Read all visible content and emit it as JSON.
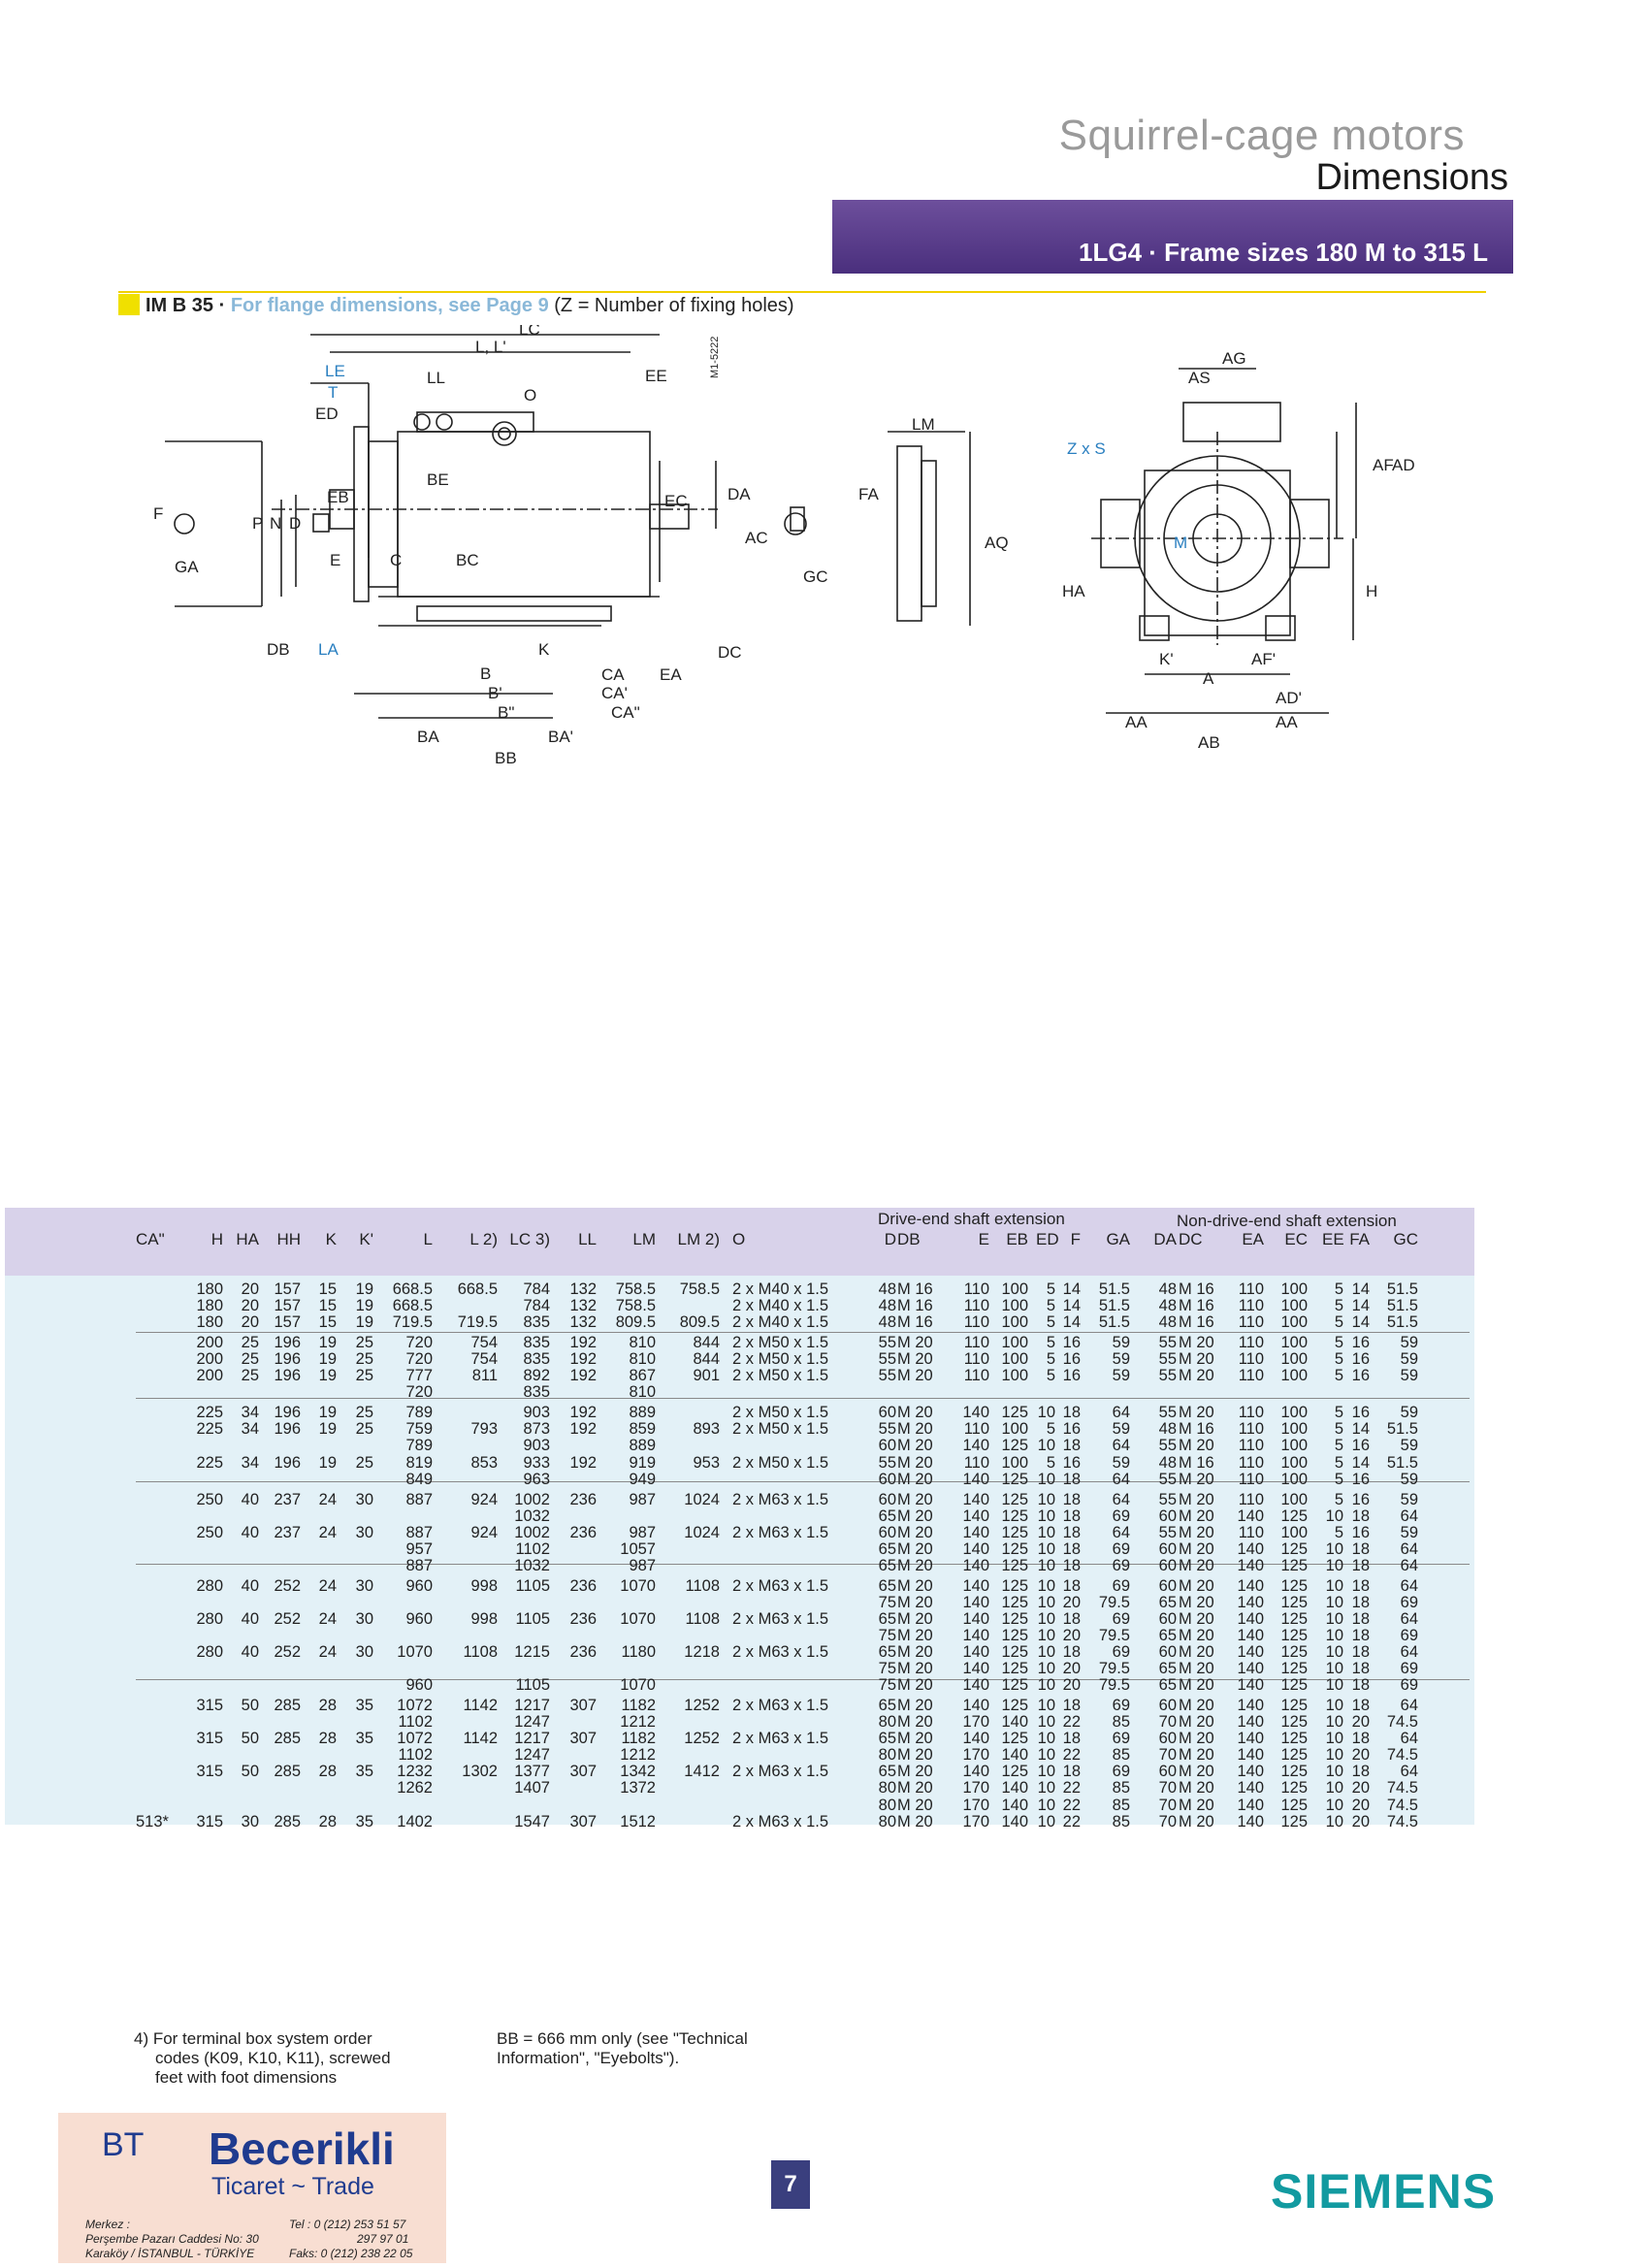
{
  "header": {
    "title": "Squirrel-cage motors",
    "subtitle": "Dimensions",
    "bar": "1LG4 · Frame sizes 180 M to 315 L"
  },
  "section": {
    "label": "IM B 35 ·",
    "link": "For flange dimensions, see Page 9",
    "note": "(Z = Number of fixing holes)"
  },
  "drawing_labels": {
    "lc": "LC",
    "ll_prime": "L, L'",
    "le": "LE",
    "t": "T",
    "ed": "ED",
    "ll": "LL",
    "o": "O",
    "ee": "EE",
    "code": "M1-5222",
    "be": "BE",
    "eb": "EB",
    "ec": "EC",
    "da": "DA",
    "ac": "AC",
    "f": "F",
    "p": "P",
    "n": "N",
    "d": "D",
    "ga": "GA",
    "e": "E",
    "c": "C",
    "bc": "BC",
    "db": "DB",
    "la": "LA",
    "k": "K",
    "ca": "CA",
    "ea": "EA",
    "dc": "DC",
    "b": "B",
    "b1": "B'",
    "ca1": "CA'",
    "b2": "B\"",
    "ca2": "CA\"",
    "ba": "BA",
    "ba1": "BA'",
    "bb": "BB",
    "lm": "LM",
    "fa": "FA",
    "aq": "AQ",
    "gc": "GC",
    "ag": "AG",
    "as": "AS",
    "zxs": "Z x S",
    "af": "AF",
    "ad": "AD",
    "m": "M",
    "ha": "HA",
    "h": "H",
    "k1": "K'",
    "af1": "AF'",
    "a": "A",
    "ad1": "AD'",
    "aa": "AA",
    "ab": "AB"
  },
  "table": {
    "groups": [
      "Drive-end shaft extension",
      "Non-drive-end shaft extension"
    ],
    "columns": [
      "CA\"",
      "H",
      "HA",
      "HH",
      "K",
      "K'",
      "L",
      "L 2)",
      "LC 3)",
      "LL",
      "LM",
      "LM 2)",
      "O",
      "D",
      "DB",
      "E",
      "EB",
      "ED",
      "F",
      "GA",
      "DA",
      "DC",
      "EA",
      "EC",
      "EE",
      "FA",
      "GC"
    ],
    "rows": [
      [
        "",
        "180",
        "20",
        "157",
        "15",
        "19",
        "668.5",
        "668.5",
        "784",
        "132",
        "758.5",
        "758.5",
        "2 x M40 x 1.5",
        "48",
        "M 16",
        "110",
        "100",
        "5",
        "14",
        "51.5",
        "48",
        "M 16",
        "110",
        "100",
        "5",
        "14",
        "51.5"
      ],
      [
        "",
        "180",
        "20",
        "157",
        "15",
        "19",
        "668.5",
        "",
        "784",
        "132",
        "758.5",
        "",
        "2 x M40 x 1.5",
        "48",
        "M 16",
        "110",
        "100",
        "5",
        "14",
        "51.5",
        "48",
        "M 16",
        "110",
        "100",
        "5",
        "14",
        "51.5"
      ],
      [
        "",
        "180",
        "20",
        "157",
        "15",
        "19",
        "719.5",
        "719.5",
        "835",
        "132",
        "809.5",
        "809.5",
        "2 x M40 x 1.5",
        "48",
        "M 16",
        "110",
        "100",
        "5",
        "14",
        "51.5",
        "48",
        "M 16",
        "110",
        "100",
        "5",
        "14",
        "51.5"
      ],
      [
        "",
        "200",
        "25",
        "196",
        "19",
        "25",
        "720",
        "754",
        "835",
        "192",
        "810",
        "844",
        "2 x M50 x 1.5",
        "55",
        "M 20",
        "110",
        "100",
        "5",
        "16",
        "59",
        "55",
        "M 20",
        "110",
        "100",
        "5",
        "16",
        "59"
      ],
      [
        "",
        "200",
        "25",
        "196",
        "19",
        "25",
        "720",
        "754",
        "835",
        "192",
        "810",
        "844",
        "2 x M50 x 1.5",
        "55",
        "M 20",
        "110",
        "100",
        "5",
        "16",
        "59",
        "55",
        "M 20",
        "110",
        "100",
        "5",
        "16",
        "59"
      ],
      [
        "",
        "200",
        "25",
        "196",
        "19",
        "25",
        "777",
        "811",
        "892",
        "192",
        "867",
        "901",
        "2 x M50 x 1.5",
        "55",
        "M 20",
        "110",
        "100",
        "5",
        "16",
        "59",
        "55",
        "M 20",
        "110",
        "100",
        "5",
        "16",
        "59"
      ],
      [
        "",
        "",
        "",
        "",
        "",
        "",
        "720",
        "",
        "835",
        "",
        "810",
        "",
        "",
        "",
        "",
        "",
        "",
        "",
        "",
        "",
        "",
        "",
        "",
        "",
        "",
        "",
        ""
      ],
      [
        "",
        "225",
        "34",
        "196",
        "19",
        "25",
        "789",
        "",
        "903",
        "192",
        "889",
        "",
        "2 x M50 x 1.5",
        "60",
        "M 20",
        "140",
        "125",
        "10",
        "18",
        "64",
        "55",
        "M 20",
        "110",
        "100",
        "5",
        "16",
        "59"
      ],
      [
        "",
        "225",
        "34",
        "196",
        "19",
        "25",
        "759",
        "793",
        "873",
        "192",
        "859",
        "893",
        "2 x M50 x 1.5",
        "55",
        "M 20",
        "110",
        "100",
        "5",
        "16",
        "59",
        "48",
        "M 16",
        "110",
        "100",
        "5",
        "14",
        "51.5"
      ],
      [
        "",
        "",
        "",
        "",
        "",
        "",
        "789",
        "",
        "903",
        "",
        "889",
        "",
        "",
        "60",
        "M 20",
        "140",
        "125",
        "10",
        "18",
        "64",
        "55",
        "M 20",
        "110",
        "100",
        "5",
        "16",
        "59"
      ],
      [
        "",
        "225",
        "34",
        "196",
        "19",
        "25",
        "819",
        "853",
        "933",
        "192",
        "919",
        "953",
        "2 x M50 x 1.5",
        "55",
        "M 20",
        "110",
        "100",
        "5",
        "16",
        "59",
        "48",
        "M 16",
        "110",
        "100",
        "5",
        "14",
        "51.5"
      ],
      [
        "",
        "",
        "",
        "",
        "",
        "",
        "849",
        "",
        "963",
        "",
        "949",
        "",
        "",
        "60",
        "M 20",
        "140",
        "125",
        "10",
        "18",
        "64",
        "55",
        "M 20",
        "110",
        "100",
        "5",
        "16",
        "59"
      ],
      [
        "",
        "250",
        "40",
        "237",
        "24",
        "30",
        "887",
        "924",
        "1002",
        "236",
        "987",
        "1024",
        "2 x M63 x 1.5",
        "60",
        "M 20",
        "140",
        "125",
        "10",
        "18",
        "64",
        "55",
        "M 20",
        "110",
        "100",
        "5",
        "16",
        "59"
      ],
      [
        "",
        "",
        "",
        "",
        "",
        "",
        "",
        "",
        "1032",
        "",
        "",
        "",
        "",
        "65",
        "M 20",
        "140",
        "125",
        "10",
        "18",
        "69",
        "60",
        "M 20",
        "140",
        "125",
        "10",
        "18",
        "64"
      ],
      [
        "",
        "250",
        "40",
        "237",
        "24",
        "30",
        "887",
        "924",
        "1002",
        "236",
        "987",
        "1024",
        "2 x M63 x 1.5",
        "60",
        "M 20",
        "140",
        "125",
        "10",
        "18",
        "64",
        "55",
        "M 20",
        "110",
        "100",
        "5",
        "16",
        "59"
      ],
      [
        "",
        "",
        "",
        "",
        "",
        "",
        "957",
        "",
        "1102",
        "",
        "1057",
        "",
        "",
        "65",
        "M 20",
        "140",
        "125",
        "10",
        "18",
        "69",
        "60",
        "M 20",
        "140",
        "125",
        "10",
        "18",
        "64"
      ],
      [
        "",
        "",
        "",
        "",
        "",
        "",
        "887",
        "",
        "1032",
        "",
        "987",
        "",
        "",
        "65",
        "M 20",
        "140",
        "125",
        "10",
        "18",
        "69",
        "60",
        "M 20",
        "140",
        "125",
        "10",
        "18",
        "64"
      ],
      [
        "",
        "280",
        "40",
        "252",
        "24",
        "30",
        "960",
        "998",
        "1105",
        "236",
        "1070",
        "1108",
        "2 x M63 x 1.5",
        "65",
        "M 20",
        "140",
        "125",
        "10",
        "18",
        "69",
        "60",
        "M 20",
        "140",
        "125",
        "10",
        "18",
        "64"
      ],
      [
        "",
        "",
        "",
        "",
        "",
        "",
        "",
        "",
        "",
        "",
        "",
        "",
        "",
        "75",
        "M 20",
        "140",
        "125",
        "10",
        "20",
        "79.5",
        "65",
        "M 20",
        "140",
        "125",
        "10",
        "18",
        "69"
      ],
      [
        "",
        "280",
        "40",
        "252",
        "24",
        "30",
        "960",
        "998",
        "1105",
        "236",
        "1070",
        "1108",
        "2 x M63 x 1.5",
        "65",
        "M 20",
        "140",
        "125",
        "10",
        "18",
        "69",
        "60",
        "M 20",
        "140",
        "125",
        "10",
        "18",
        "64"
      ],
      [
        "",
        "",
        "",
        "",
        "",
        "",
        "",
        "",
        "",
        "",
        "",
        "",
        "",
        "75",
        "M 20",
        "140",
        "125",
        "10",
        "20",
        "79.5",
        "65",
        "M 20",
        "140",
        "125",
        "10",
        "18",
        "69"
      ],
      [
        "",
        "280",
        "40",
        "252",
        "24",
        "30",
        "1070",
        "1108",
        "1215",
        "236",
        "1180",
        "1218",
        "2 x M63 x 1.5",
        "65",
        "M 20",
        "140",
        "125",
        "10",
        "18",
        "69",
        "60",
        "M 20",
        "140",
        "125",
        "10",
        "18",
        "64"
      ],
      [
        "",
        "",
        "",
        "",
        "",
        "",
        "",
        "",
        "",
        "",
        "",
        "",
        "",
        "75",
        "M 20",
        "140",
        "125",
        "10",
        "20",
        "79.5",
        "65",
        "M 20",
        "140",
        "125",
        "10",
        "18",
        "69"
      ],
      [
        "",
        "",
        "",
        "",
        "",
        "",
        "960",
        "",
        "1105",
        "",
        "1070",
        "",
        "",
        "75",
        "M 20",
        "140",
        "125",
        "10",
        "20",
        "79.5",
        "65",
        "M 20",
        "140",
        "125",
        "10",
        "18",
        "69"
      ],
      [
        "",
        "315",
        "50",
        "285",
        "28",
        "35",
        "1072",
        "1142",
        "1217",
        "307",
        "1182",
        "1252",
        "2 x M63 x 1.5",
        "65",
        "M 20",
        "140",
        "125",
        "10",
        "18",
        "69",
        "60",
        "M 20",
        "140",
        "125",
        "10",
        "18",
        "64"
      ],
      [
        "",
        "",
        "",
        "",
        "",
        "",
        "1102",
        "",
        "1247",
        "",
        "1212",
        "",
        "",
        "80",
        "M 20",
        "170",
        "140",
        "10",
        "22",
        "85",
        "70",
        "M 20",
        "140",
        "125",
        "10",
        "20",
        "74.5"
      ],
      [
        "",
        "315",
        "50",
        "285",
        "28",
        "35",
        "1072",
        "1142",
        "1217",
        "307",
        "1182",
        "1252",
        "2 x M63 x 1.5",
        "65",
        "M 20",
        "140",
        "125",
        "10",
        "18",
        "69",
        "60",
        "M 20",
        "140",
        "125",
        "10",
        "18",
        "64"
      ],
      [
        "",
        "",
        "",
        "",
        "",
        "",
        "1102",
        "",
        "1247",
        "",
        "1212",
        "",
        "",
        "80",
        "M 20",
        "170",
        "140",
        "10",
        "22",
        "85",
        "70",
        "M 20",
        "140",
        "125",
        "10",
        "20",
        "74.5"
      ],
      [
        "",
        "315",
        "50",
        "285",
        "28",
        "35",
        "1232",
        "1302",
        "1377",
        "307",
        "1342",
        "1412",
        "2 x M63 x 1.5",
        "65",
        "M 20",
        "140",
        "125",
        "10",
        "18",
        "69",
        "60",
        "M 20",
        "140",
        "125",
        "10",
        "18",
        "64"
      ],
      [
        "",
        "",
        "",
        "",
        "",
        "",
        "1262",
        "",
        "1407",
        "",
        "1372",
        "",
        "",
        "80",
        "M 20",
        "170",
        "140",
        "10",
        "22",
        "85",
        "70",
        "M 20",
        "140",
        "125",
        "10",
        "20",
        "74.5"
      ],
      [
        "",
        "",
        "",
        "",
        "",
        "",
        "",
        "",
        "",
        "",
        "",
        "",
        "",
        "80",
        "M 20",
        "170",
        "140",
        "10",
        "22",
        "85",
        "70",
        "M 20",
        "140",
        "125",
        "10",
        "20",
        "74.5"
      ],
      [
        "513*",
        "315",
        "30",
        "285",
        "28",
        "35",
        "1402",
        "",
        "1547",
        "307",
        "1512",
        "",
        "2 x M63 x 1.5",
        "80",
        "M 20",
        "170",
        "140",
        "10",
        "22",
        "85",
        "70",
        "M 20",
        "140",
        "125",
        "10",
        "20",
        "74.5"
      ]
    ]
  },
  "notes": {
    "note1": [
      "4) For terminal box system order",
      "codes (K09, K10, K11), screwed",
      "feet with foot dimensions"
    ],
    "note2": [
      "BB = 666 mm only (see \"Technical",
      "Information\", \"Eyebolts\")."
    ]
  },
  "stamp": {
    "logo": "BT",
    "name": "Becerikli",
    "sub": "Ticaret ~ Trade",
    "addr": [
      "Merkez :",
      "Perşembe Pazarı Caddesi No: 30",
      "Karaköy / İSTANBUL - TÜRKİYE"
    ],
    "tel": [
      "Tel : 0 (212) 253 51 57",
      "297 97 01",
      "Faks: 0 (212) 238 22 05"
    ]
  },
  "page_number": "7",
  "brand": "SIEMENS",
  "colors": {
    "header_bar": "#4a2f7d",
    "table_head": "#d8d2ea",
    "table_body": "#e3f1f7",
    "brand": "#129aa0",
    "accent_yellow": "#f0e000",
    "link": "#8ab8d8"
  }
}
